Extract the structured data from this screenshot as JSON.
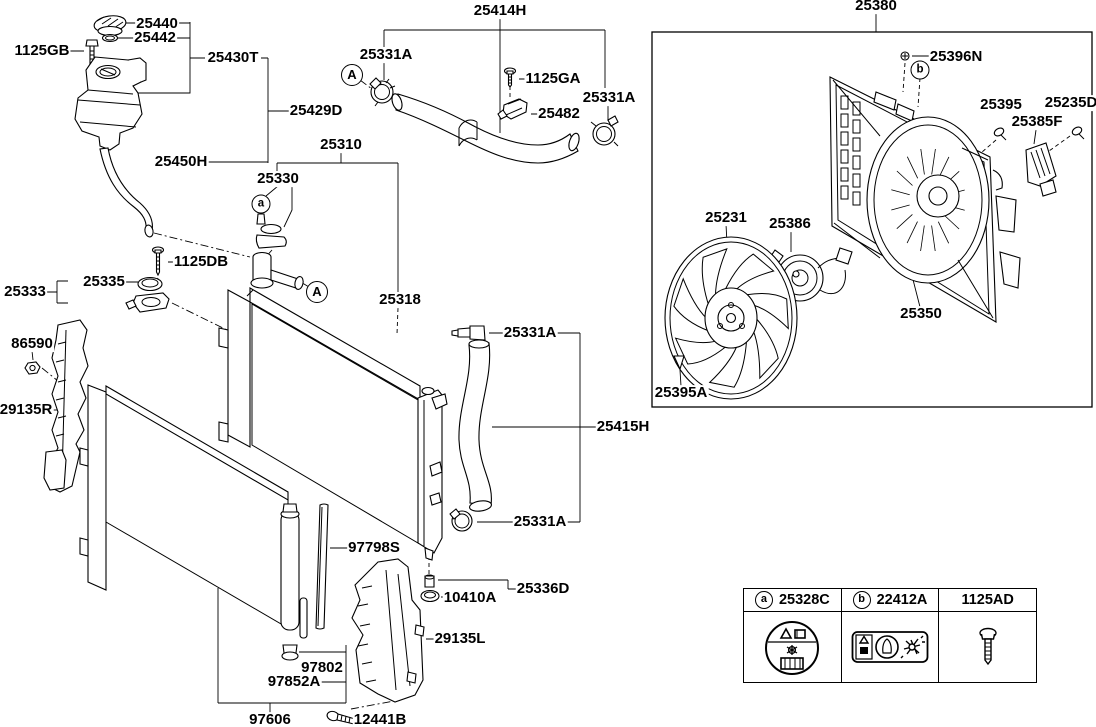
{
  "diagram_title": "engine-cooling-parts-diagram",
  "labels": {
    "n25440": {
      "text": "25440"
    },
    "n25442": {
      "text": "25442"
    },
    "n1125GB": {
      "text": "1125GB"
    },
    "n25430T": {
      "text": "25430T"
    },
    "n25429D": {
      "text": "25429D"
    },
    "n25450H": {
      "text": "25450H"
    },
    "n25310": {
      "text": "25310"
    },
    "n25330": {
      "text": "25330"
    },
    "n1125DB": {
      "text": "1125DB"
    },
    "n25335": {
      "text": "25335"
    },
    "n25333": {
      "text": "25333"
    },
    "n25318": {
      "text": "25318"
    },
    "n86590": {
      "text": "86590"
    },
    "n29135R": {
      "text": "29135R"
    },
    "n25414H": {
      "text": "25414H"
    },
    "n25331A_a": {
      "text": "25331A"
    },
    "n25331A_b": {
      "text": "25331A"
    },
    "n25331A_c": {
      "text": "25331A"
    },
    "n25331A_d": {
      "text": "25331A"
    },
    "n1125GA": {
      "text": "1125GA"
    },
    "n25482": {
      "text": "25482"
    },
    "n25380": {
      "text": "25380"
    },
    "n25396N": {
      "text": "25396N"
    },
    "n25395": {
      "text": "25395"
    },
    "n25235D": {
      "text": "25235D"
    },
    "n25385F": {
      "text": "25385F"
    },
    "n25231": {
      "text": "25231"
    },
    "n25386": {
      "text": "25386"
    },
    "n25350": {
      "text": "25350"
    },
    "n25395A": {
      "text": "25395A"
    },
    "n25415H": {
      "text": "25415H"
    },
    "n97798S": {
      "text": "97798S"
    },
    "n10410A": {
      "text": "10410A"
    },
    "n25336D": {
      "text": "25336D"
    },
    "n29135L": {
      "text": "29135L"
    },
    "n97802": {
      "text": "97802"
    },
    "n97852A": {
      "text": "97852A"
    },
    "n97606": {
      "text": "97606"
    },
    "n12441B": {
      "text": "12441B"
    }
  },
  "callouts": {
    "A1": {
      "text": "A"
    },
    "A2": {
      "text": "A"
    },
    "a": {
      "text": "a"
    },
    "b": {
      "text": "b"
    }
  },
  "legend": {
    "cells": [
      {
        "callout": "a",
        "code": "25328C",
        "icon": "round-caution-label"
      },
      {
        "callout": "b",
        "code": "22412A",
        "icon": "rect-caution-label"
      },
      {
        "callout": "",
        "code": "1125AD",
        "icon": "bolt"
      }
    ]
  },
  "colors": {
    "line": "#000000",
    "background": "#ffffff"
  }
}
